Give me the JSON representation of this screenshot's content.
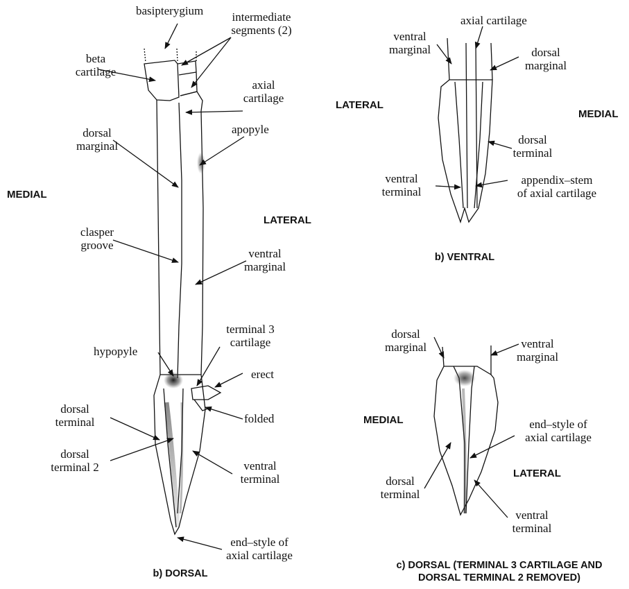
{
  "panel_dorsal": {
    "caption": "b) DORSAL",
    "orientation": {
      "left": "MEDIAL",
      "right": "LATERAL"
    },
    "labels": {
      "basipterygium": "basipterygium",
      "beta_cartilage": "beta\ncartilage",
      "intermediate_segments": "intermediate\nsegments (2)",
      "axial_cartilage": "axial\ncartilage",
      "apopyle": "apopyle",
      "dorsal_marginal": "dorsal\nmarginal",
      "clasper_groove": "clasper\ngroove",
      "ventral_marginal": "ventral\nmarginal",
      "terminal3": "terminal 3\ncartilage",
      "hypopyle": "hypopyle",
      "erect": "erect",
      "folded": "folded",
      "dorsal_terminal": "dorsal\nterminal",
      "dorsal_terminal2": "dorsal\nterminal 2",
      "ventral_terminal": "ventral\nterminal",
      "end_style": "end–style of\naxial cartilage"
    }
  },
  "panel_ventral": {
    "caption": "b) VENTRAL",
    "orientation": {
      "left": "LATERAL",
      "right": "MEDIAL"
    },
    "labels": {
      "axial_cartilage": "axial cartilage",
      "ventral_marginal": "ventral\nmarginal",
      "dorsal_marginal": "dorsal\nmarginal",
      "dorsal_terminal": "dorsal\nterminal",
      "ventral_terminal": "ventral\nterminal",
      "appendix_stem": "appendix–stem\nof axial cartilage"
    }
  },
  "panel_dorsal_c": {
    "caption": "c) DORSAL (TERMINAL 3 CARTILAGE AND\nDORSAL TERMINAL 2 REMOVED)",
    "orientation": {
      "left": "MEDIAL",
      "right": "LATERAL"
    },
    "labels": {
      "dorsal_marginal": "dorsal\nmarginal",
      "ventral_marginal": "ventral\nmarginal",
      "end_style": "end–style of\naxial cartilage",
      "dorsal_terminal": "dorsal\nterminal",
      "ventral_terminal": "ventral\nterminal"
    }
  }
}
